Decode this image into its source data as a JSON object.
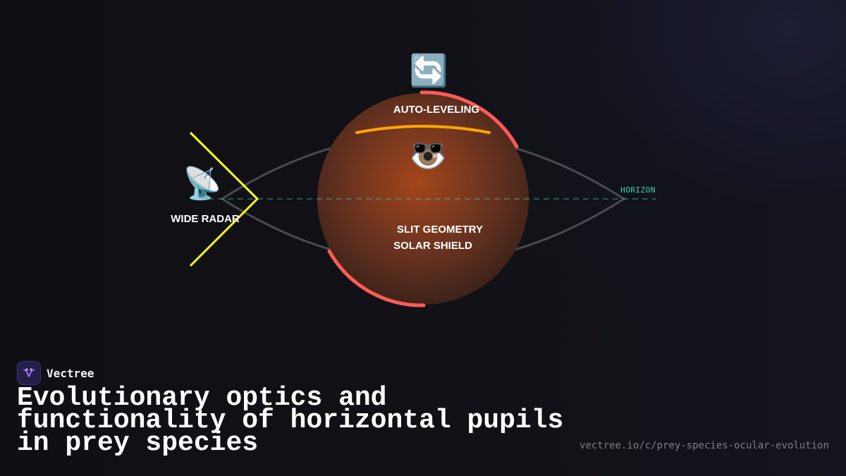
{
  "diagram": {
    "labels": {
      "auto_leveling": "AUTO-LEVELING",
      "wide_radar": "WIDE RADAR",
      "horizon": "HORIZON",
      "slit_geometry": "SLIT GEOMETRY",
      "solar_shield": "SOLAR SHIELD"
    },
    "icons": {
      "rotate": "🔄",
      "eye": "👁️",
      "sunglasses": "🕶️",
      "satellite_dish": "📡"
    },
    "colors": {
      "rotation_arc": "#ff5a5a",
      "pupil_bar": "#ffa500",
      "radar_wedge": "#ffff1a",
      "horizon_line": "#3ed6a8",
      "eye_outline": "#4a4a4e",
      "iris_center": "#a3461a",
      "iris_edge": "#3a2219"
    }
  },
  "brand": {
    "name": "Vectree"
  },
  "title": "Evolutionary optics and functionality of horizontal pupils in prey species",
  "url": "vectree.io/c/prey-species-ocular-evolution"
}
